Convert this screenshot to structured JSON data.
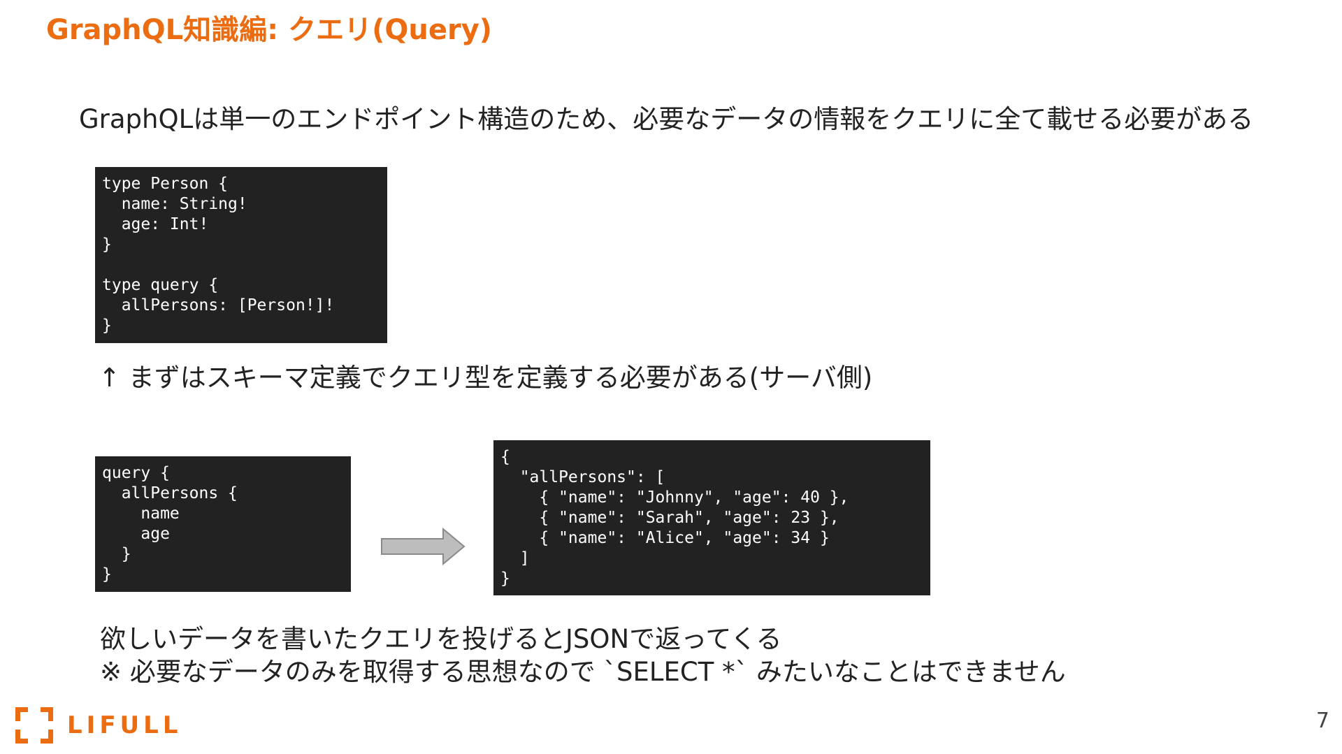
{
  "slide": {
    "title": "GraphQL知識編: クエリ(Query)",
    "lead": "GraphQLは単一のエンドポイント構造のため、必要なデータの情報をクエリに全て載せる必要がある",
    "schema_code": "type Person {\n  name: String!\n  age: Int!\n}\n\ntype query {\n  allPersons: [Person!]!\n}",
    "schema_caption": "↑ まずはスキーマ定義でクエリ型を定義する必要がある(サーバ側)",
    "query_code": "query {\n  allPersons {\n    name\n    age\n  }\n}",
    "response_code": "{\n  \"allPersons\": [\n    { \"name\": \"Johnny\", \"age\": 40 },\n    { \"name\": \"Sarah\", \"age\": 23 },\n    { \"name\": \"Alice\", \"age\": 34 }\n  ]\n}",
    "note_1": "欲しいデータを書いたクエリを投げるとJSONで返ってくる",
    "note_2": "※ 必要なデータのみを取得する思想なので `SELECT *` みたいなことはできません",
    "page_number": "7"
  },
  "logo": {
    "text": "LIFULL",
    "icon": "bracket-logo-icon"
  },
  "colors": {
    "accent": "#ec6c12",
    "code_bg": "#222222",
    "code_fg": "#ffffff",
    "arrow_fill": "#bdbdbd",
    "arrow_stroke": "#8a8a8a"
  }
}
